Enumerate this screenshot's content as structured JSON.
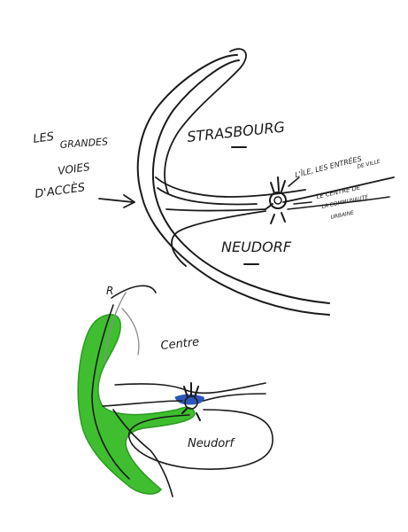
{
  "colors": {
    "ink": "#1a1a1a",
    "grey": "#8c8c8c",
    "green": "#3fbf2f",
    "green_dark": "#2c9a22",
    "blue": "#2f57b8",
    "paper": "#ffffff"
  },
  "sketch_top": {
    "label_left": [
      "LES",
      "GRANDES",
      "VOIES",
      "D'ACCÈS"
    ],
    "strasbourg": "STRASBOURG",
    "neudorf": "NEUDORF",
    "note_ile": [
      "L'ÎLE, LES ENTRÉES",
      "DE VILLE"
    ],
    "note_centre": [
      "LE CENTRE DE",
      "LA COMMUNAUTÉ",
      "URBAINE"
    ]
  },
  "sketch_bottom": {
    "marker": "R",
    "centre": "Centre",
    "neudorf": "Neudorf"
  }
}
